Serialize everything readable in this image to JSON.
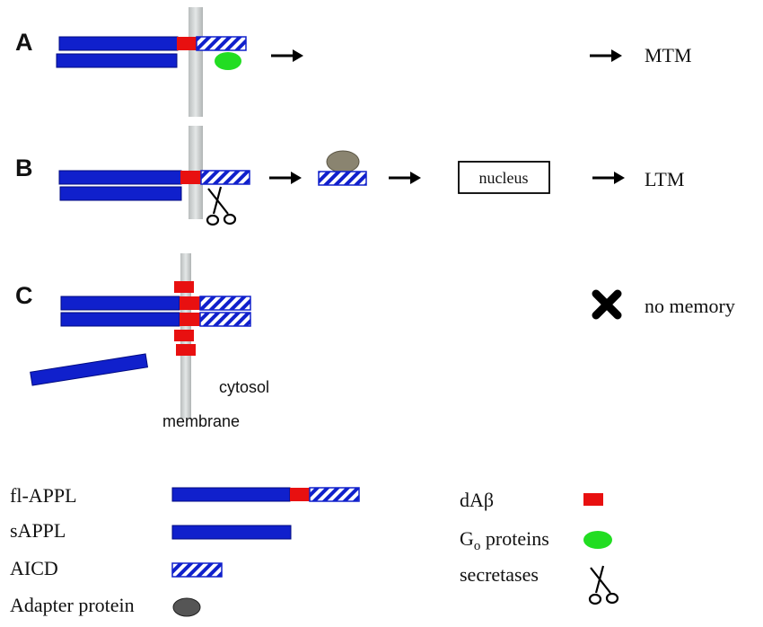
{
  "panels": [
    {
      "letter": "A",
      "outcome": "MTM"
    },
    {
      "letter": "B",
      "outcome": "LTM",
      "nucleus_label": "nucleus"
    },
    {
      "letter": "C",
      "outcome": "no memory"
    }
  ],
  "labels": {
    "cytosol": "cytosol",
    "membrane": "membrane"
  },
  "legend": {
    "fl_appl": "fl-APPL",
    "sappl": "sAPPL",
    "aicd": "AICD",
    "adapter": "Adapter protein",
    "dabeta": "dAβ",
    "go_main": "G",
    "go_sub": "o",
    "go_rest": " proteins",
    "secretases": "secretases"
  },
  "colors": {
    "appl_blue": "#1020cc",
    "abeta_red": "#e81010",
    "go_green": "#22dd22",
    "adapter_grey": "#8a8470",
    "adapter_legend": "#555555",
    "membrane_grey": "#c8cccc"
  }
}
